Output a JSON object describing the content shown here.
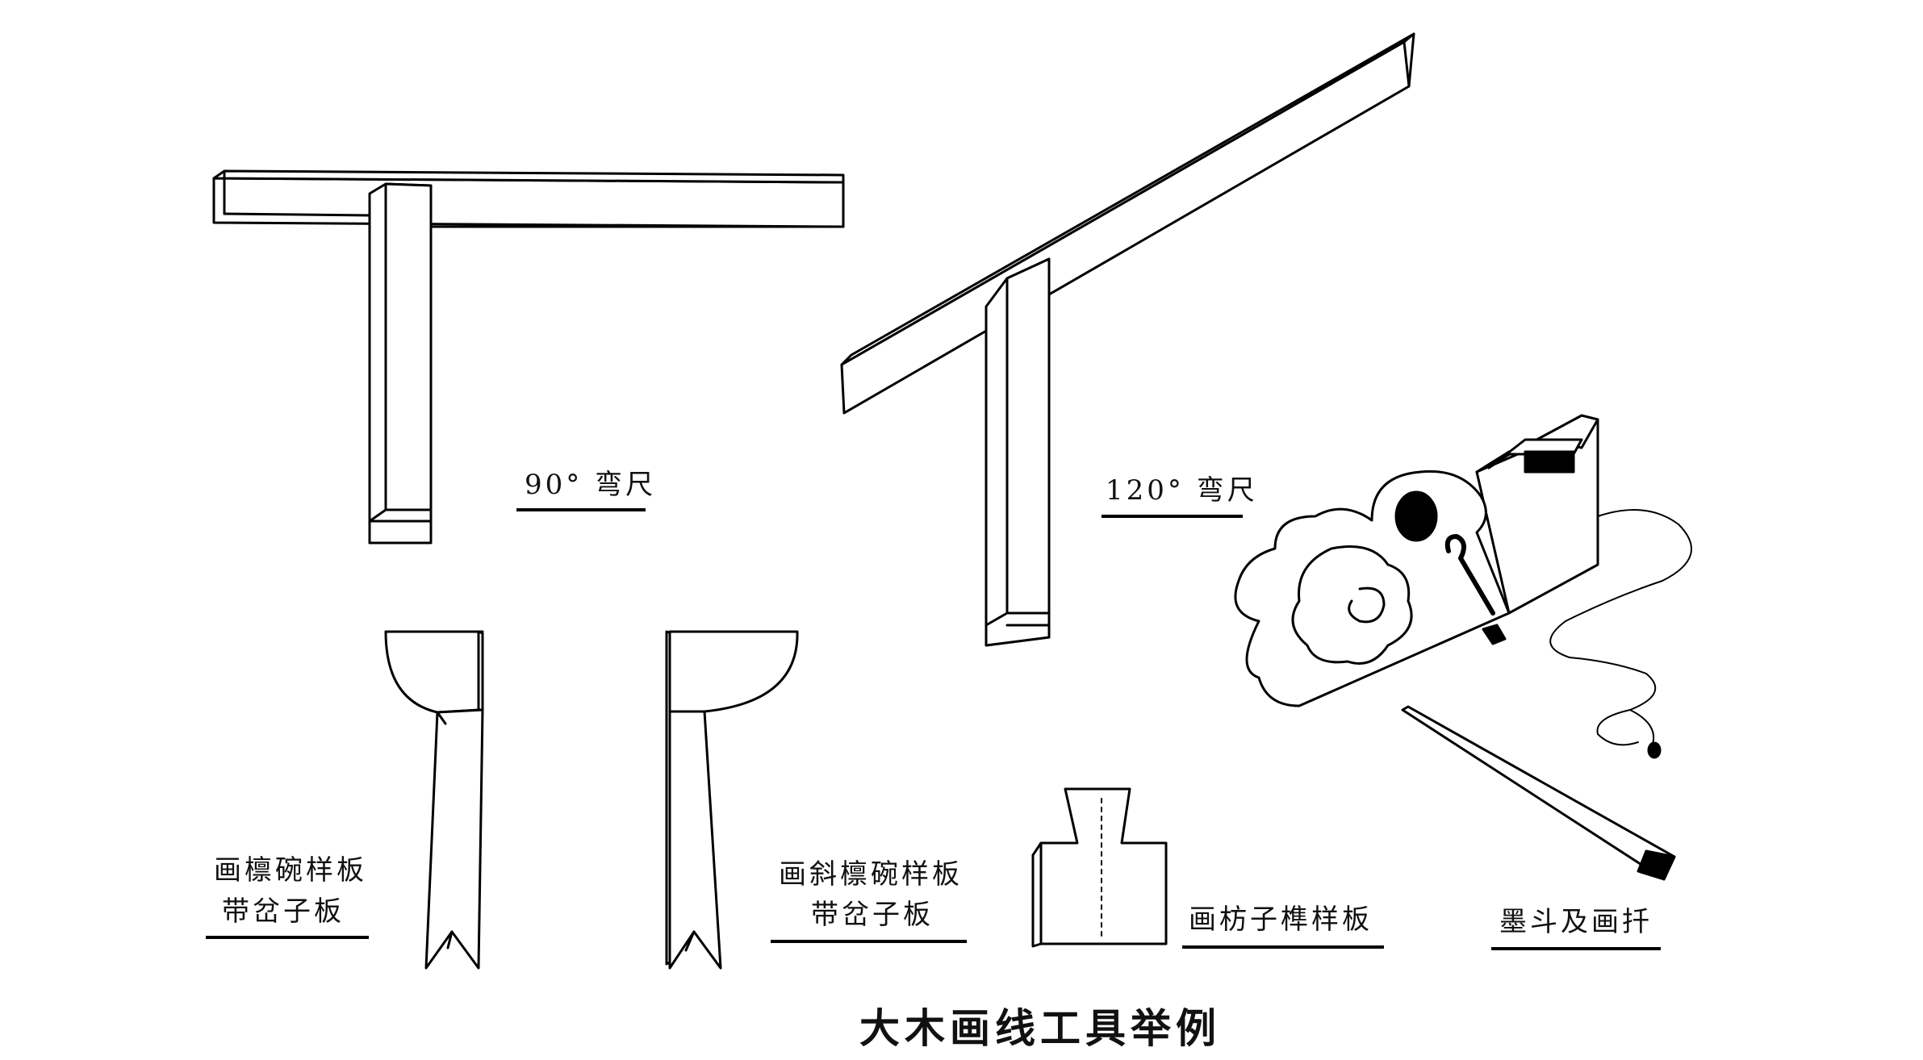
{
  "caption": "大木画线工具举例",
  "tools": [
    {
      "id": "square-90",
      "label_lines": [
        "90° 弯尺"
      ]
    },
    {
      "id": "square-120",
      "label_lines": [
        "120° 弯尺"
      ]
    },
    {
      "id": "purlin-template",
      "label_lines": [
        "画檩碗样板",
        "带岔子板"
      ]
    },
    {
      "id": "oblique-purlin-template",
      "label_lines": [
        "画斜檩碗样板",
        "带岔子板"
      ]
    },
    {
      "id": "tenon-template",
      "label_lines": [
        "画枋子榫样板"
      ]
    },
    {
      "id": "ink-box-and-marker",
      "label_lines": [
        "墨斗及画扦"
      ]
    }
  ],
  "ink_color": "#000000",
  "paper_color": "#ffffff"
}
